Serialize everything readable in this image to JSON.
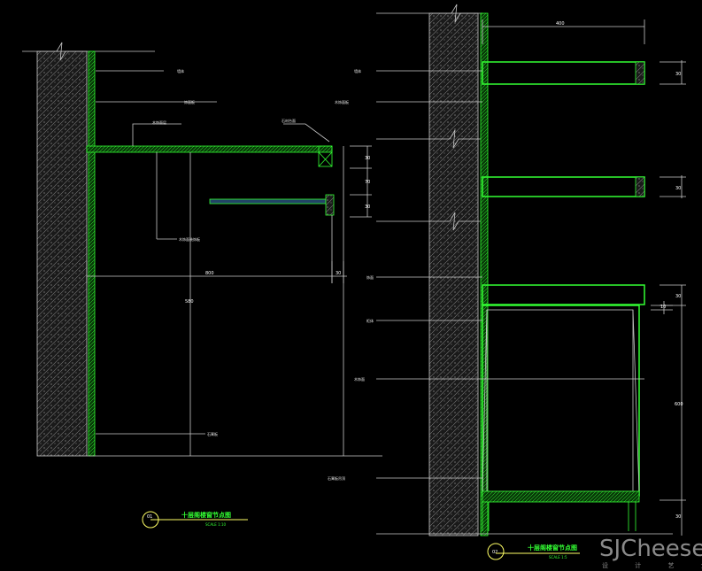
{
  "left_detail": {
    "title": "十层阁楼窗节点图",
    "scale": "SCALE 1:10",
    "callout_number": "01",
    "labels": [
      "墙体",
      "饰面板",
      "木饰面层",
      "石材台面",
      "木饰面装饰板",
      "石膏板"
    ],
    "dimensions": {
      "vertical_stack": [
        "30",
        "70",
        "30"
      ],
      "width": "800",
      "side": "30",
      "height": "580"
    }
  },
  "right_detail": {
    "title": "十层阁楼窗节点图",
    "scale": "SCALE 1:5",
    "callout_number": "02",
    "labels": [
      "墙体",
      "木饰面板",
      "饰面",
      "柜体",
      "木饰面",
      "石膏板吊顶"
    ],
    "dimensions": {
      "top_width": "400",
      "shelf_1": "30",
      "shelf_2": "30",
      "upper": "30",
      "gap": "10",
      "cabinet": "600",
      "lower": "30"
    }
  },
  "watermark": {
    "brand": "SJCheese",
    "tagline": "设 计 艺 士"
  },
  "colors": {
    "background": "#000000",
    "green": "#33ff33",
    "line": "#c8c8c8",
    "hatch": "#8a8a8a",
    "yellow": "#ffff66"
  }
}
